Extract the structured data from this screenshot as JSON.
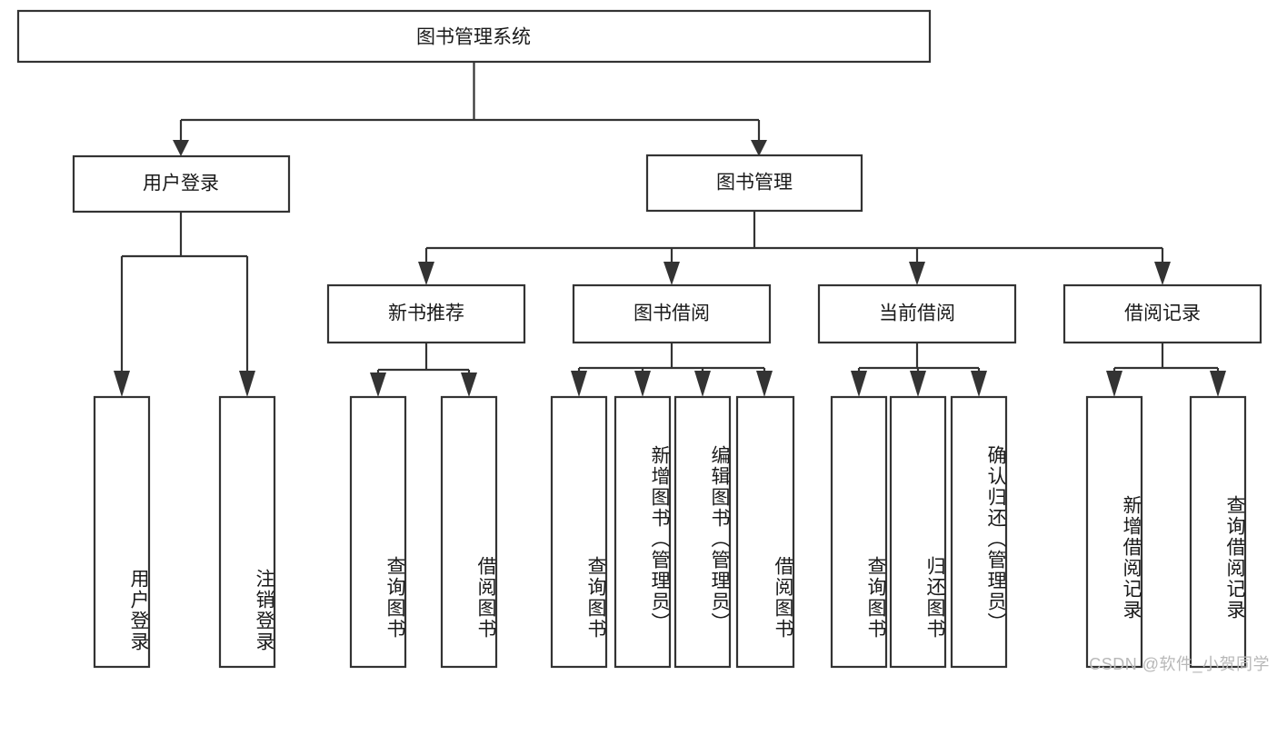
{
  "diagram": {
    "title": "图书管理系统",
    "type": "tree-hierarchy-chart",
    "root": {
      "label": "图书管理系统"
    },
    "level1": [
      {
        "label": "用户登录"
      },
      {
        "label": "图书管理"
      }
    ],
    "level2": [
      {
        "label": "新书推荐",
        "parent": "图书管理"
      },
      {
        "label": "图书借阅",
        "parent": "图书管理"
      },
      {
        "label": "当前借阅",
        "parent": "图书管理"
      },
      {
        "label": "借阅记录",
        "parent": "图书管理"
      }
    ],
    "leaves": {
      "user_login": [
        {
          "label": "用户登录"
        },
        {
          "label": "注销登录"
        }
      ],
      "new_book_recommend": [
        {
          "label": "查询图书"
        },
        {
          "label": "借阅图书"
        }
      ],
      "book_borrow": [
        {
          "label": "查询图书"
        },
        {
          "label": "新增图书（管理员）"
        },
        {
          "label": "编辑图书（管理员）"
        },
        {
          "label": "借阅图书"
        }
      ],
      "current_borrow": [
        {
          "label": "查询图书"
        },
        {
          "label": "归还图书"
        },
        {
          "label": "确认归还（管理员）"
        }
      ],
      "borrow_record": [
        {
          "label": "新增借阅记录"
        },
        {
          "label": "查询借阅记录"
        }
      ]
    }
  },
  "watermark": {
    "text": "CSDN @软件_小贺同学"
  },
  "colors": {
    "stroke": "#333333",
    "box_fill": "#ffffff",
    "text": "#1a1a1a",
    "watermark": "#b8b8b8",
    "background": "#ffffff"
  }
}
